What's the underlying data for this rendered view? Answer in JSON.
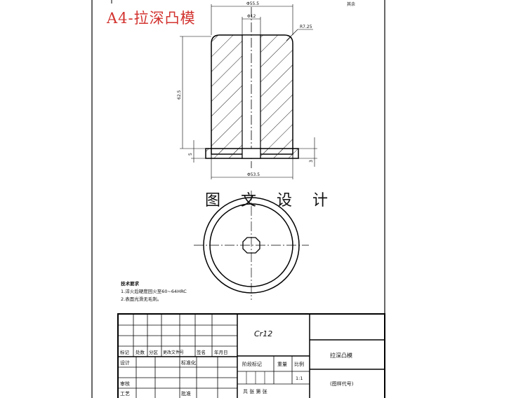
{
  "overlay_title": "A4-拉深凸模",
  "corner_mark": "其余",
  "watermark": "图 文 设 计",
  "dimensions": {
    "top_width": "Φ55.5",
    "hole_width": "Φ12",
    "corner_radius": "R7.25",
    "height": "62.5",
    "flange_height": "5",
    "flange_thickness": "3",
    "bottom_width": "Φ53.5"
  },
  "tech_requirements": {
    "heading": "技术要求",
    "items": [
      "1.淬火后硬度回火至60~64HRC",
      "2.表面光滑无毛刺。"
    ]
  },
  "title_block": {
    "material": "Cr12",
    "part_name": "拉深凸模",
    "drawing_code": "(图样代号)",
    "scale_value": "1:1",
    "revision_headers": [
      "标记",
      "处数",
      "分区",
      "更改文件号",
      "签名",
      "年月日"
    ],
    "design_label": "设计",
    "standard_label": "标准化",
    "check_label": "审核",
    "process_label": "工艺",
    "approve_label": "批准",
    "stage_label": "阶段标记",
    "weight_label": "重量",
    "scale_label": "比例",
    "sheets_label": "共 张   第 张"
  }
}
